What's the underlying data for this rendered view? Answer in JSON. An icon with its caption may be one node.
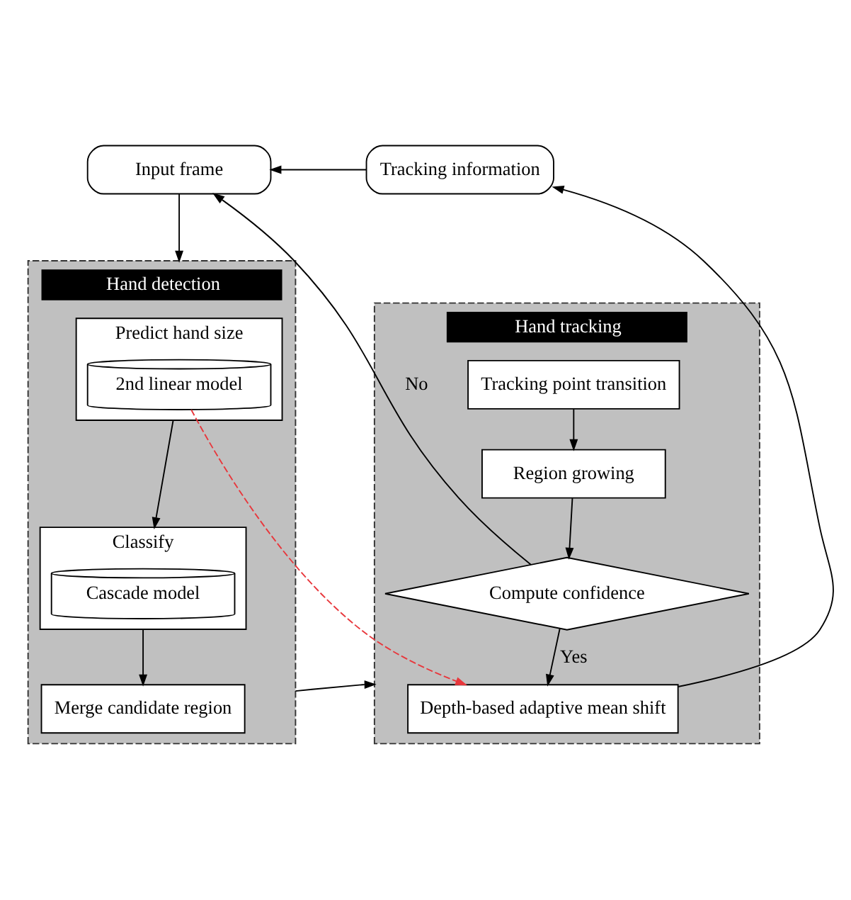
{
  "diagram": {
    "nodes": [
      {
        "text": [
          "Input frame"
        ]
      },
      {
        "text": [
          "Hand detection"
        ]
      },
      {
        "text": [
          "Predict hand size"
        ],
        "in": 1
      },
      {
        "text": [
          "2nd linear model"
        ],
        "in": 2
      },
      {
        "text": [
          "Classify"
        ],
        "in": 1
      },
      {
        "text": [
          "Cascade model"
        ],
        "in": 4
      },
      {
        "text": [
          "Merge candidate region"
        ],
        "in": 1
      },
      {
        "text": [
          "Hand tracking"
        ]
      },
      {
        "text": [
          "Tracking point transition"
        ],
        "in": 7
      },
      {
        "text": [
          "Region growing"
        ],
        "in": 7
      },
      {
        "text": [
          "Compute confidence"
        ],
        "in": 7
      },
      {
        "text": [
          "Depth-based adaptive mean shift"
        ],
        "in": 7
      },
      {
        "text": [
          "Tracking information"
        ]
      }
    ],
    "edges": [
      {
        "from": 0,
        "to": 1,
        "arrow": "to"
      },
      {
        "from": 2,
        "to": 4,
        "arrow": "to"
      },
      {
        "from": 4,
        "to": 6,
        "arrow": "to"
      },
      {
        "from": 1,
        "to": 7,
        "arrow": "to"
      },
      {
        "from": 8,
        "to": 9,
        "arrow": "to"
      },
      {
        "from": 9,
        "to": 10,
        "arrow": "to"
      },
      {
        "from": 10,
        "to": 11,
        "label": "Yes",
        "arrow": "to"
      },
      {
        "from": 10,
        "to": 0,
        "label": "No",
        "arrow": "to"
      },
      {
        "from": 11,
        "to": 12,
        "arrow": "to"
      },
      {
        "from": 12,
        "to": 0,
        "arrow": "to"
      },
      {
        "from": 3,
        "to": 11,
        "arrow": "to",
        "style": "dashed",
        "color": "#e8373c"
      }
    ]
  }
}
